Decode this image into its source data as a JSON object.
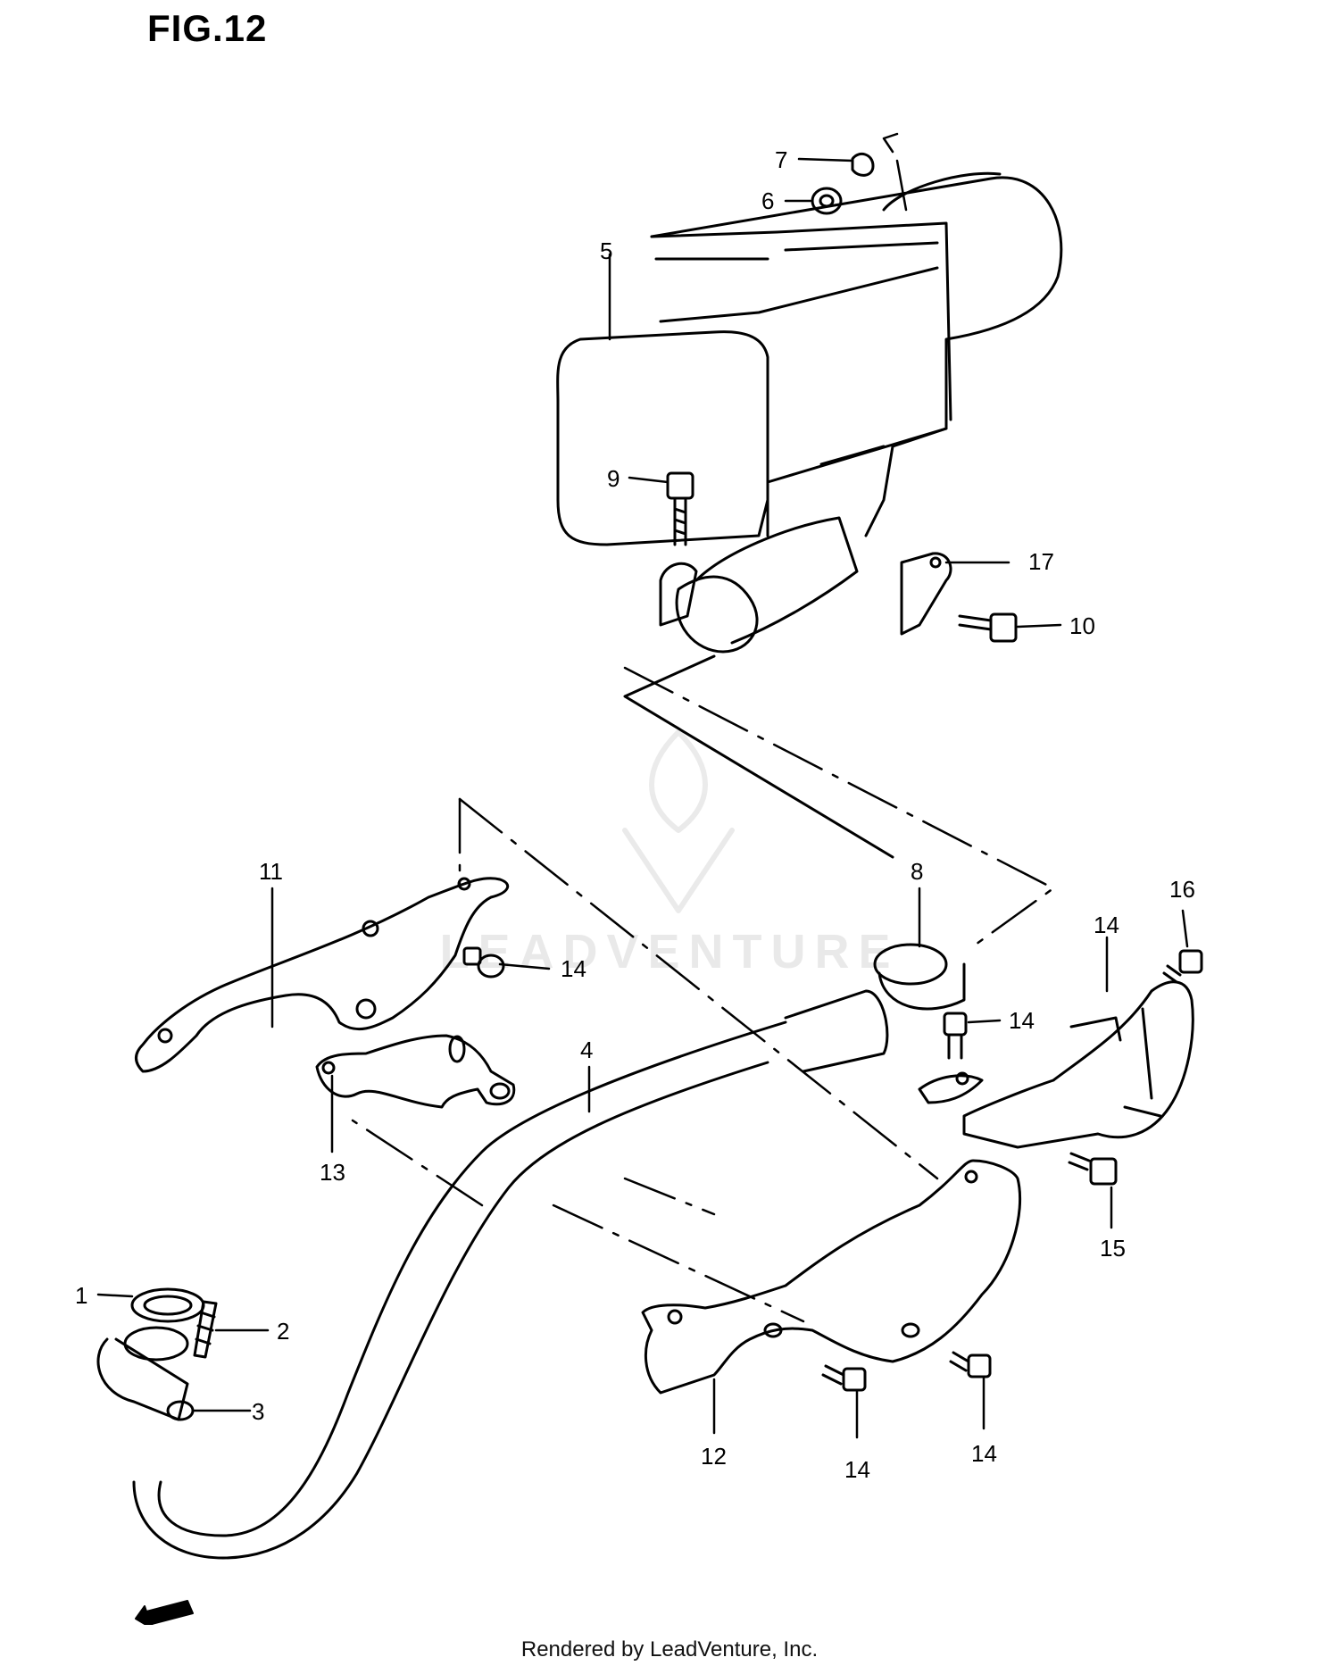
{
  "figure": {
    "title": "FIG.12"
  },
  "watermark": {
    "text": "LEADVENTURE"
  },
  "footer": {
    "text": "Rendered by LeadVenture, Inc."
  },
  "fwd_indicator": {
    "label": "FWD",
    "icon": "fwd-arrow-icon"
  },
  "callouts": [
    {
      "id": "c7",
      "label": "7"
    },
    {
      "id": "c6",
      "label": "6"
    },
    {
      "id": "c5",
      "label": "5"
    },
    {
      "id": "c9",
      "label": "9"
    },
    {
      "id": "c17",
      "label": "17"
    },
    {
      "id": "c10",
      "label": "10"
    },
    {
      "id": "c8",
      "label": "8"
    },
    {
      "id": "c11",
      "label": "11"
    },
    {
      "id": "c14a",
      "label": "14"
    },
    {
      "id": "c14b",
      "label": "14"
    },
    {
      "id": "c16",
      "label": "16"
    },
    {
      "id": "c14c",
      "label": "14"
    },
    {
      "id": "c4",
      "label": "4"
    },
    {
      "id": "c13",
      "label": "13"
    },
    {
      "id": "c15",
      "label": "15"
    },
    {
      "id": "c1",
      "label": "1"
    },
    {
      "id": "c2",
      "label": "2"
    },
    {
      "id": "c3",
      "label": "3"
    },
    {
      "id": "c12",
      "label": "12"
    },
    {
      "id": "c14d",
      "label": "14"
    },
    {
      "id": "c14e",
      "label": "14"
    }
  ]
}
